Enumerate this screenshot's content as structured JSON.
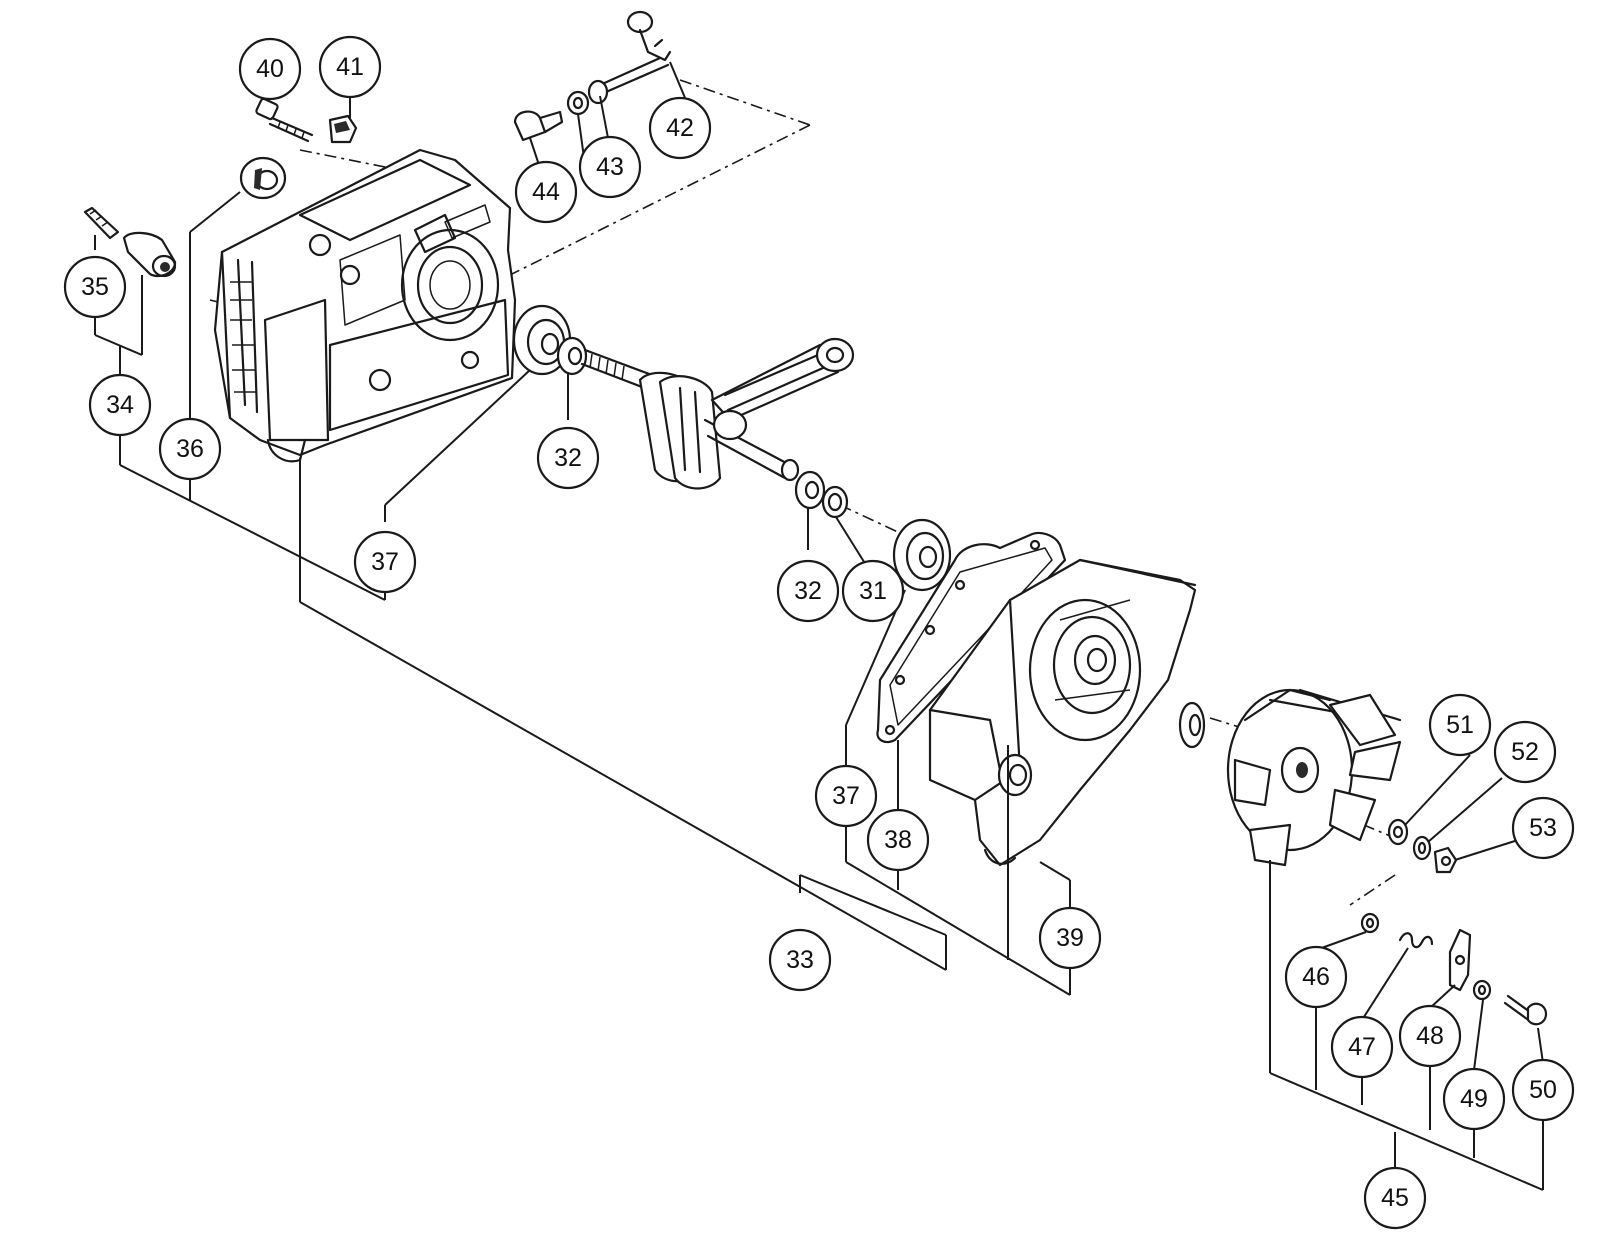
{
  "callouts": [
    {
      "id": "c40",
      "label": "40"
    },
    {
      "id": "c41",
      "label": "41"
    },
    {
      "id": "c42",
      "label": "42"
    },
    {
      "id": "c43",
      "label": "43"
    },
    {
      "id": "c44",
      "label": "44"
    },
    {
      "id": "c35",
      "label": "35"
    },
    {
      "id": "c34",
      "label": "34"
    },
    {
      "id": "c36",
      "label": "36"
    },
    {
      "id": "c32a",
      "label": "32"
    },
    {
      "id": "c37a",
      "label": "37"
    },
    {
      "id": "c32b",
      "label": "32"
    },
    {
      "id": "c31",
      "label": "31"
    },
    {
      "id": "c37b",
      "label": "37"
    },
    {
      "id": "c38",
      "label": "38"
    },
    {
      "id": "c39",
      "label": "39"
    },
    {
      "id": "c33",
      "label": "33"
    },
    {
      "id": "c51",
      "label": "51"
    },
    {
      "id": "c52",
      "label": "52"
    },
    {
      "id": "c53",
      "label": "53"
    },
    {
      "id": "c46",
      "label": "46"
    },
    {
      "id": "c47",
      "label": "47"
    },
    {
      "id": "c48",
      "label": "48"
    },
    {
      "id": "c49",
      "label": "49"
    },
    {
      "id": "c50",
      "label": "50"
    },
    {
      "id": "c45",
      "label": "45"
    }
  ]
}
